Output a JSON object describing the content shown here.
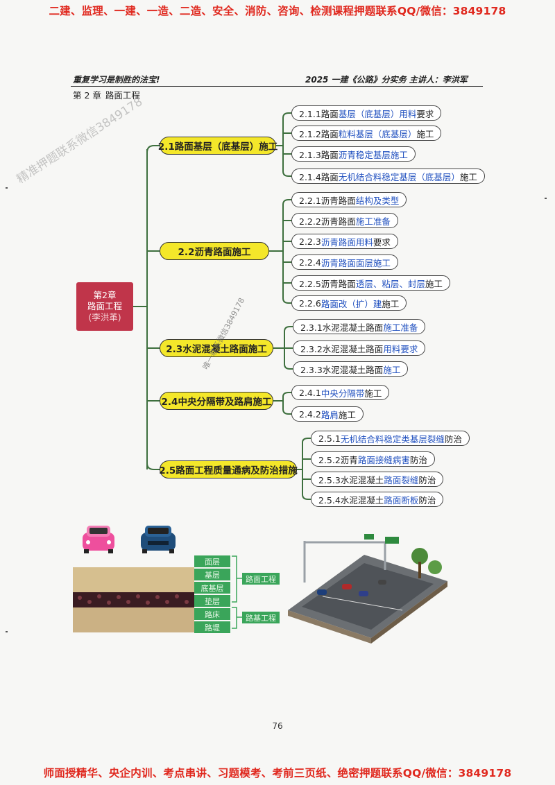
{
  "banner_top": "二建、监理、一建、一造、二造、安全、消防、咨询、检测课程押题联系QQ/微信：3849178",
  "banner_bottom": "师面授精华、央企内训、考点串讲、习题模考、考前三页纸、绝密押题联系QQ/微信：3849178",
  "header": {
    "left": "重复学习是制胜的法宝!",
    "right": "2025 一建《公路》分实务 主讲人：李洪军"
  },
  "chapter": {
    "num": "第 2 章",
    "title": "路面工程"
  },
  "root": {
    "line1": "第2章",
    "line2": "路面工程",
    "line3": "(李洪革)"
  },
  "sections": [
    {
      "label": "2.1路面基层（底基层）施工"
    },
    {
      "label": "2.2沥青路面施工"
    },
    {
      "label": "2.3水泥混凝土路面施工"
    },
    {
      "label": "2.4中央分隔带及路肩施工"
    },
    {
      "label": "2.5路面工程质量通病及防治措施"
    }
  ],
  "items": {
    "s1": [
      {
        "a": "2.1.1路面",
        "b": "基层（底基层）用料",
        "c": "要求"
      },
      {
        "a": "2.1.2路面",
        "b": "粒料基层（底基层）",
        "c": "施工"
      },
      {
        "a": "2.1.3路面",
        "b": "沥青稳定基层施工",
        "c": ""
      },
      {
        "a": "2.1.4路面",
        "b": "无机结合料稳定基层（底基层）",
        "c": "施工"
      }
    ],
    "s2": [
      {
        "a": "2.2.1沥青路面",
        "b": "结构及类型",
        "c": ""
      },
      {
        "a": "2.2.2沥青路面",
        "b": "施工准备",
        "c": ""
      },
      {
        "a": "2.2.3",
        "b": "沥青路面用料",
        "c": "要求"
      },
      {
        "a": "2.2.4",
        "b": "沥青路面面层施工",
        "c": ""
      },
      {
        "a": "2.2.5沥青路面",
        "b": "透层、粘层、封层",
        "c": "施工"
      },
      {
        "a": "2.2.6",
        "b": "路面改（扩）建",
        "c": "施工"
      }
    ],
    "s3": [
      {
        "a": "2.3.1水泥混凝土路面",
        "b": "施工准备",
        "c": ""
      },
      {
        "a": "2.3.2水泥混凝土路面",
        "b": "用料要求",
        "c": ""
      },
      {
        "a": "2.3.3水泥混凝土路面",
        "b": "施工",
        "c": ""
      }
    ],
    "s4": [
      {
        "a": "2.4.1",
        "b": "中央分隔带",
        "c": "施工"
      },
      {
        "a": "2.4.2",
        "b": "路肩",
        "c": "施工"
      }
    ],
    "s5": [
      {
        "a": "2.5.1",
        "b": "无机结合料稳定类基层裂缝",
        "c": "防治"
      },
      {
        "a": "2.5.2沥青",
        "b": "路面接缝病害",
        "c": "防治"
      },
      {
        "a": "2.5.3水泥混凝土",
        "b": "路面裂缝",
        "c": "防治"
      },
      {
        "a": "2.5.4水泥混凝土",
        "b": "路面断板",
        "c": "防治"
      }
    ]
  },
  "layers": [
    "面层",
    "基层",
    "底基层",
    "垫层",
    "路床",
    "路堤"
  ],
  "groups": {
    "pavement": "路面工程",
    "subgrade": "路基工程"
  },
  "watermarks": {
    "w1": "精准押题联系微信3849178",
    "w2": "唯一联系微信3849178"
  },
  "page_number": "76",
  "colors": {
    "banner": "#e0281e",
    "section_fill": "#f4e72a",
    "root_fill": "#c0354a",
    "highlight_text": "#1f4fbf",
    "layer_label": "#3aa55a"
  }
}
